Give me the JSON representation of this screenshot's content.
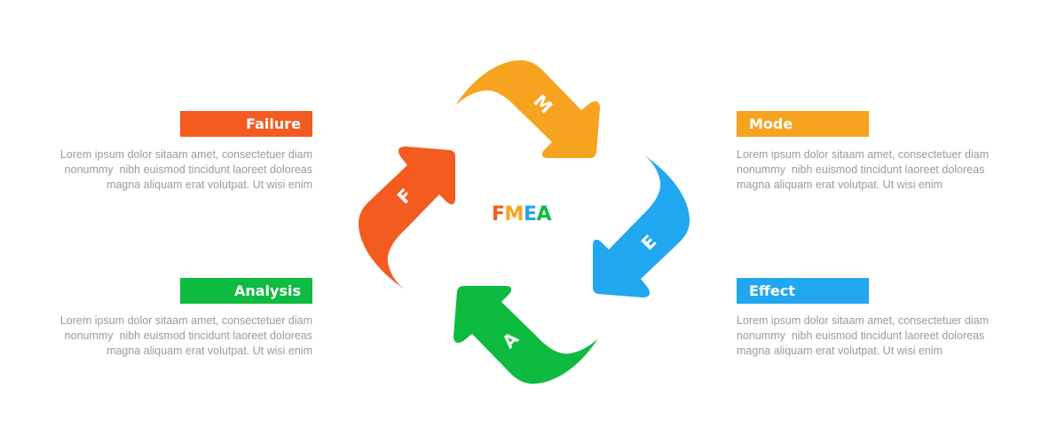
{
  "title": {
    "letters": [
      {
        "char": "F",
        "color": "#f45b20"
      },
      {
        "char": "M",
        "color": "#f6a31f"
      },
      {
        "char": "E",
        "color": "#21a6f0"
      },
      {
        "char": "A",
        "color": "#0dbb41"
      }
    ]
  },
  "arrows": [
    {
      "letter": "F",
      "color": "#f45b20",
      "direction": "up-right"
    },
    {
      "letter": "M",
      "color": "#f6a31f",
      "direction": "down-right"
    },
    {
      "letter": "E",
      "color": "#21a6f0",
      "direction": "down-left"
    },
    {
      "letter": "A",
      "color": "#0dbb41",
      "direction": "up-left"
    }
  ],
  "sections": {
    "failure": {
      "label": "Failure",
      "color": "#f45b20",
      "lines": [
        "Lorem ipsum dolor sitaam amet, consectetuer diam",
        "nonummy  nibh euismod tincidunt laoreet doloreas",
        "magna aliquam erat volutpat. Ut wisi enim"
      ]
    },
    "mode": {
      "label": "Mode",
      "color": "#f6a31f",
      "lines": [
        "Lorem ipsum dolor sitaam amet, consectetuer diam",
        "nonummy  nibh euismod tincidunt laoreet doloreas",
        "magna aliquam erat volutpat. Ut wisi enim"
      ]
    },
    "analysis": {
      "label": "Analysis",
      "color": "#0dbb41",
      "lines": [
        "Lorem ipsum dolor sitaam amet, consectetuer diam",
        "nonummy  nibh euismod tincidunt laoreet doloreas",
        "magna aliquam erat volutpat. Ut wisi enim"
      ]
    },
    "effect": {
      "label": "Effect",
      "color": "#21a6f0",
      "lines": [
        "Lorem ipsum dolor sitaam amet, consectetuer diam",
        "nonummy  nibh euismod tincidunt laoreet doloreas",
        "magna aliquam erat volutpat. Ut wisi enim"
      ]
    }
  }
}
